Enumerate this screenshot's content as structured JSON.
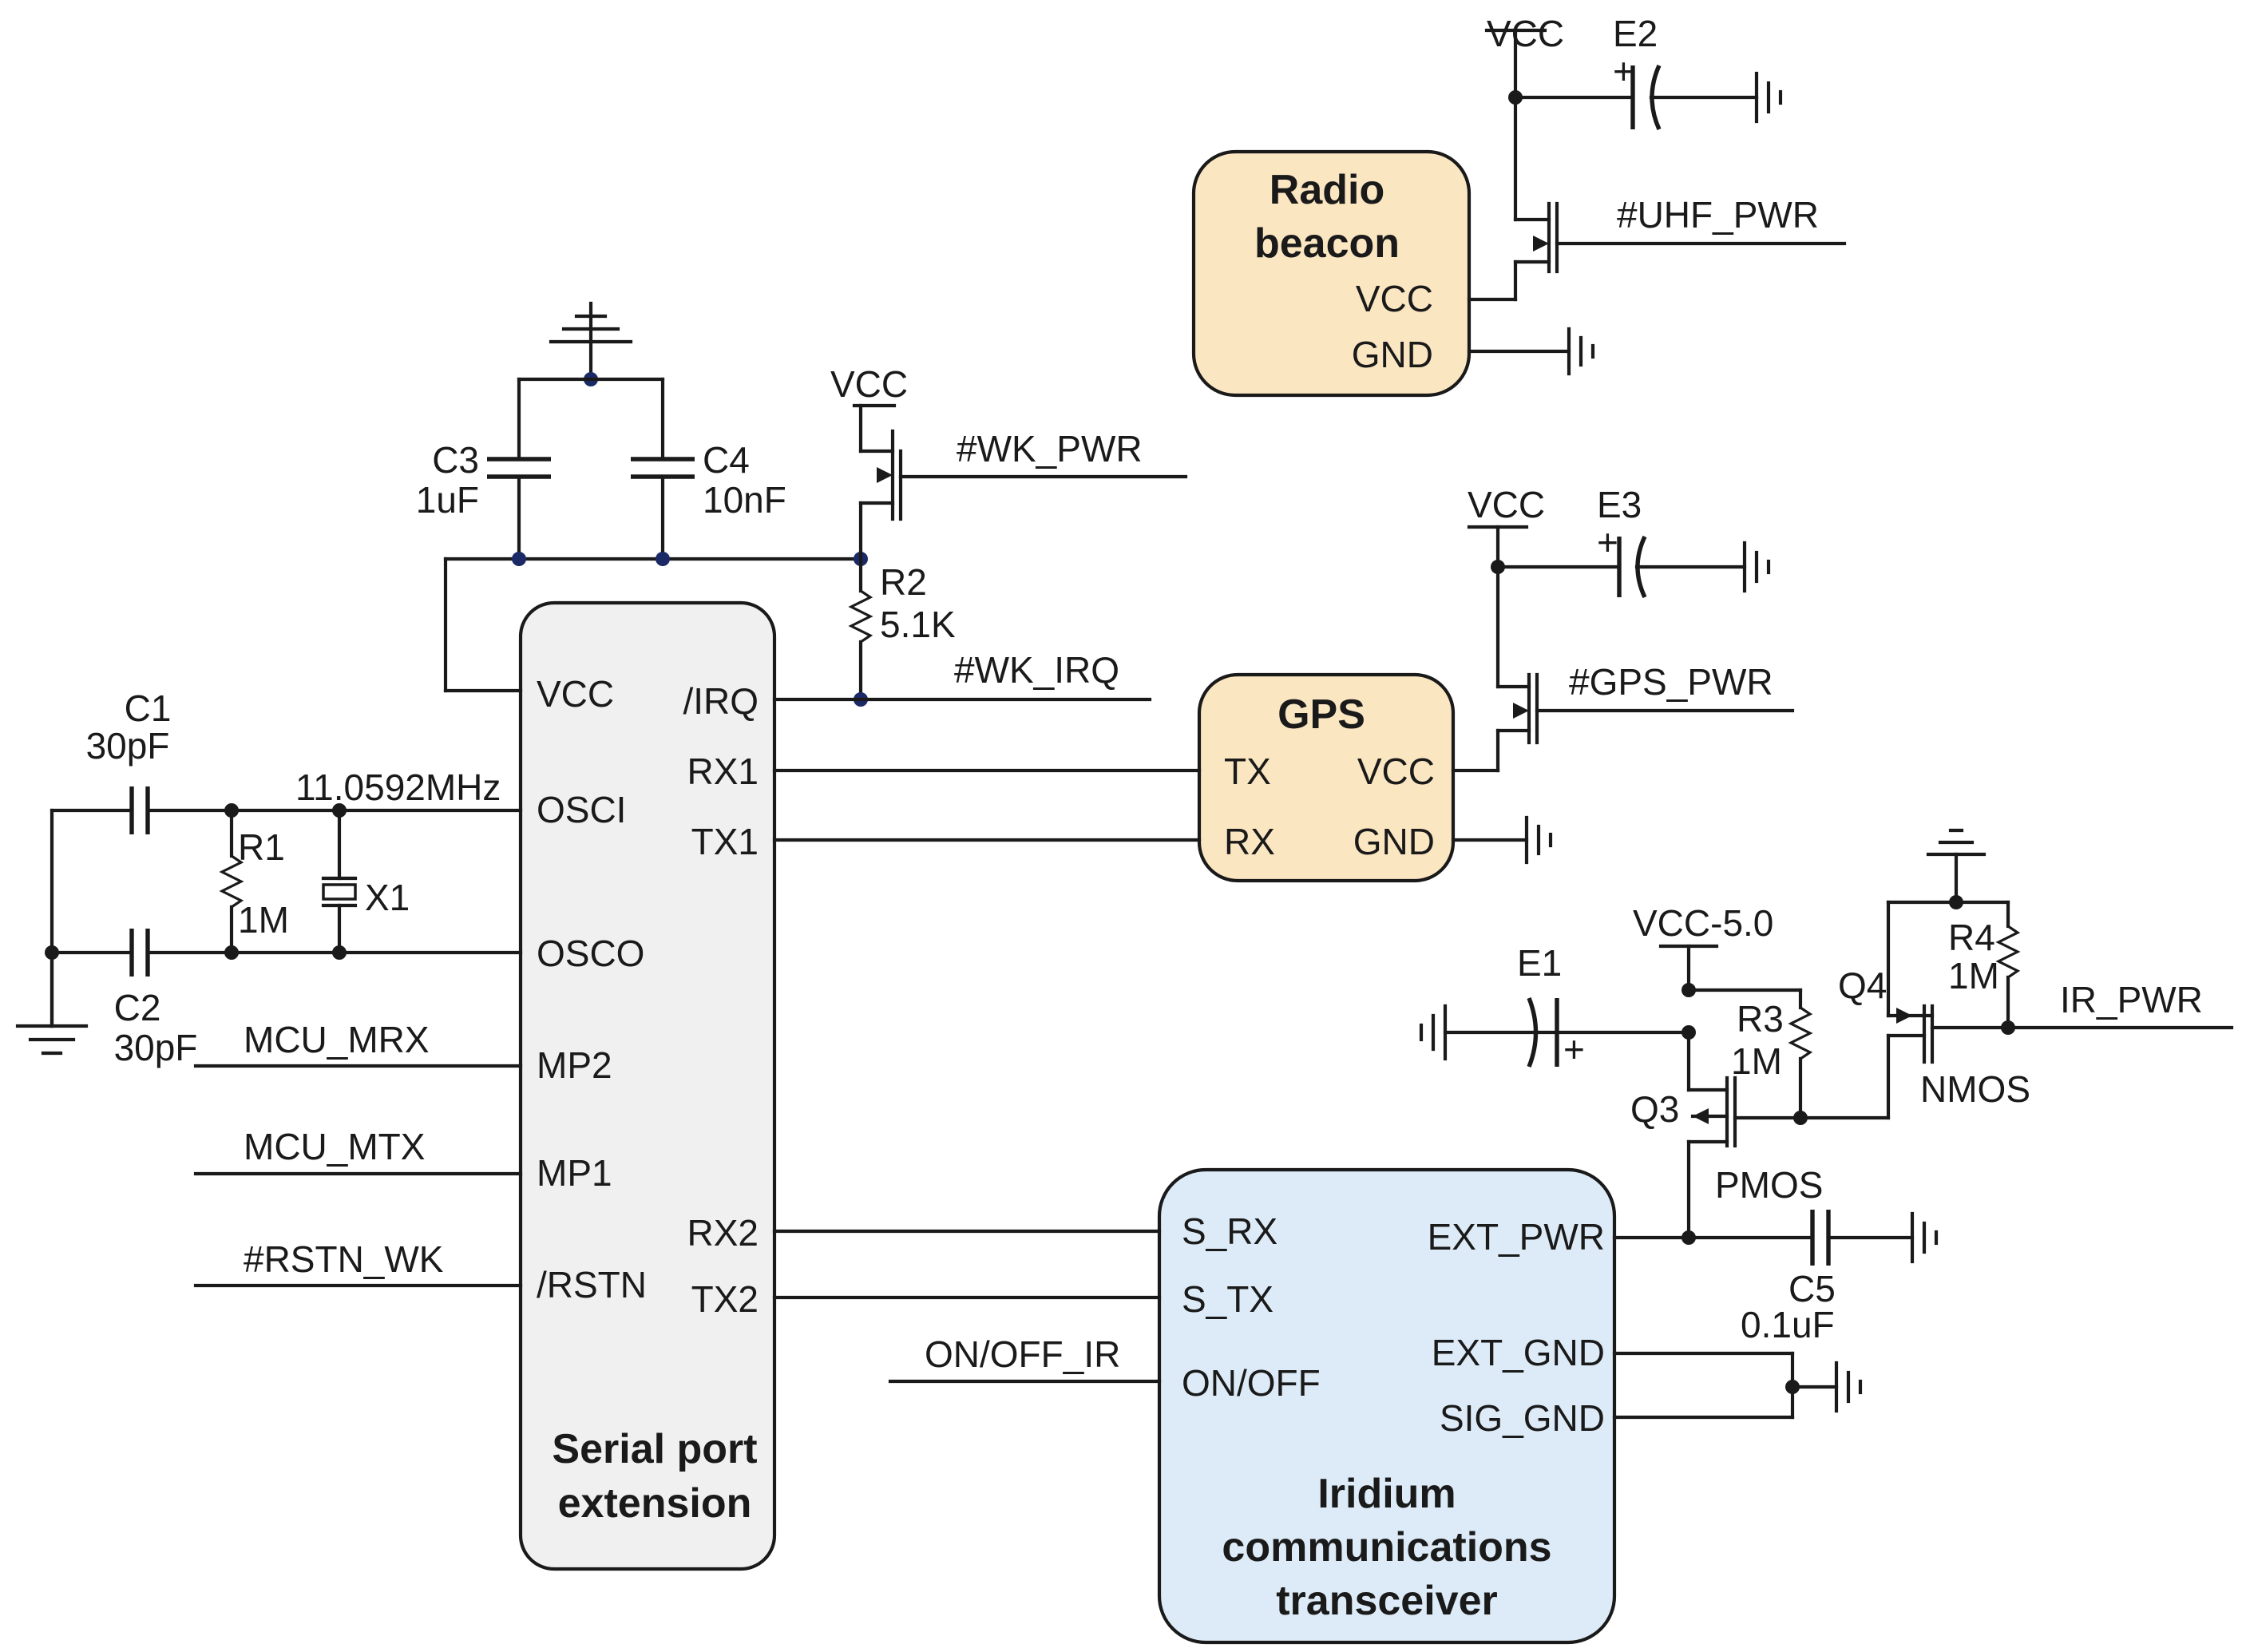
{
  "blocks": {
    "serial": {
      "title_line1": "Serial port",
      "title_line2": "extension",
      "pins": {
        "vcc": "VCC",
        "irq": "/IRQ",
        "osci": "OSCI",
        "rx1": "RX1",
        "tx1": "TX1",
        "osco": "OSCO",
        "mp2": "MP2",
        "mp1": "MP1",
        "rx2": "RX2",
        "tx2": "TX2",
        "rstn": "/RSTN"
      }
    },
    "radio": {
      "title_line1": "Radio",
      "title_line2": "beacon",
      "pins": {
        "vcc": "VCC",
        "gnd": "GND"
      }
    },
    "gps": {
      "title": "GPS",
      "pins": {
        "tx": "TX",
        "vcc": "VCC",
        "rx": "RX",
        "gnd": "GND"
      }
    },
    "iridium": {
      "title_line1": "Iridium",
      "title_line2": "communications",
      "title_line3": "transceiver",
      "pins": {
        "s_rx": "S_RX",
        "s_tx": "S_TX",
        "onoff": "ON/OFF",
        "ext_pwr": "EXT_PWR",
        "ext_gnd": "EXT_GND",
        "sig_gnd": "SIG_GND"
      }
    }
  },
  "components": {
    "c1": {
      "name": "C1",
      "value": "30pF"
    },
    "c2": {
      "name": "C2",
      "value": "30pF"
    },
    "c3": {
      "name": "C3",
      "value": "1uF"
    },
    "c4": {
      "name": "C4",
      "value": "10nF"
    },
    "c5": {
      "name": "C5",
      "value": "0.1uF"
    },
    "r1": {
      "name": "R1",
      "value": "1M"
    },
    "r2": {
      "name": "R2",
      "value": "5.1K"
    },
    "r3": {
      "name": "R3",
      "value": "1M"
    },
    "r4": {
      "name": "R4",
      "value": "1M"
    },
    "x1": {
      "name": "X1",
      "freq": "11.0592MHz"
    },
    "e1": {
      "name": "E1"
    },
    "e2": {
      "name": "E2"
    },
    "e3": {
      "name": "E3"
    },
    "q3": {
      "name": "Q3",
      "type": "PMOS"
    },
    "q4": {
      "name": "Q4",
      "type": "NMOS"
    },
    "polarity_mark": "+"
  },
  "nets": {
    "vcc": "VCC",
    "vcc5": "VCC-5.0",
    "uhf_pwr": "#UHF_PWR",
    "wk_pwr": "#WK_PWR",
    "wk_irq": "#WK_IRQ",
    "gps_pwr": "#GPS_PWR",
    "ir_pwr": "IR_PWR",
    "mcu_mrx": "MCU_MRX",
    "mcu_mtx": "MCU_MTX",
    "rstn_wk": "#RSTN_WK",
    "onoff_ir": "ON/OFF_IR"
  }
}
